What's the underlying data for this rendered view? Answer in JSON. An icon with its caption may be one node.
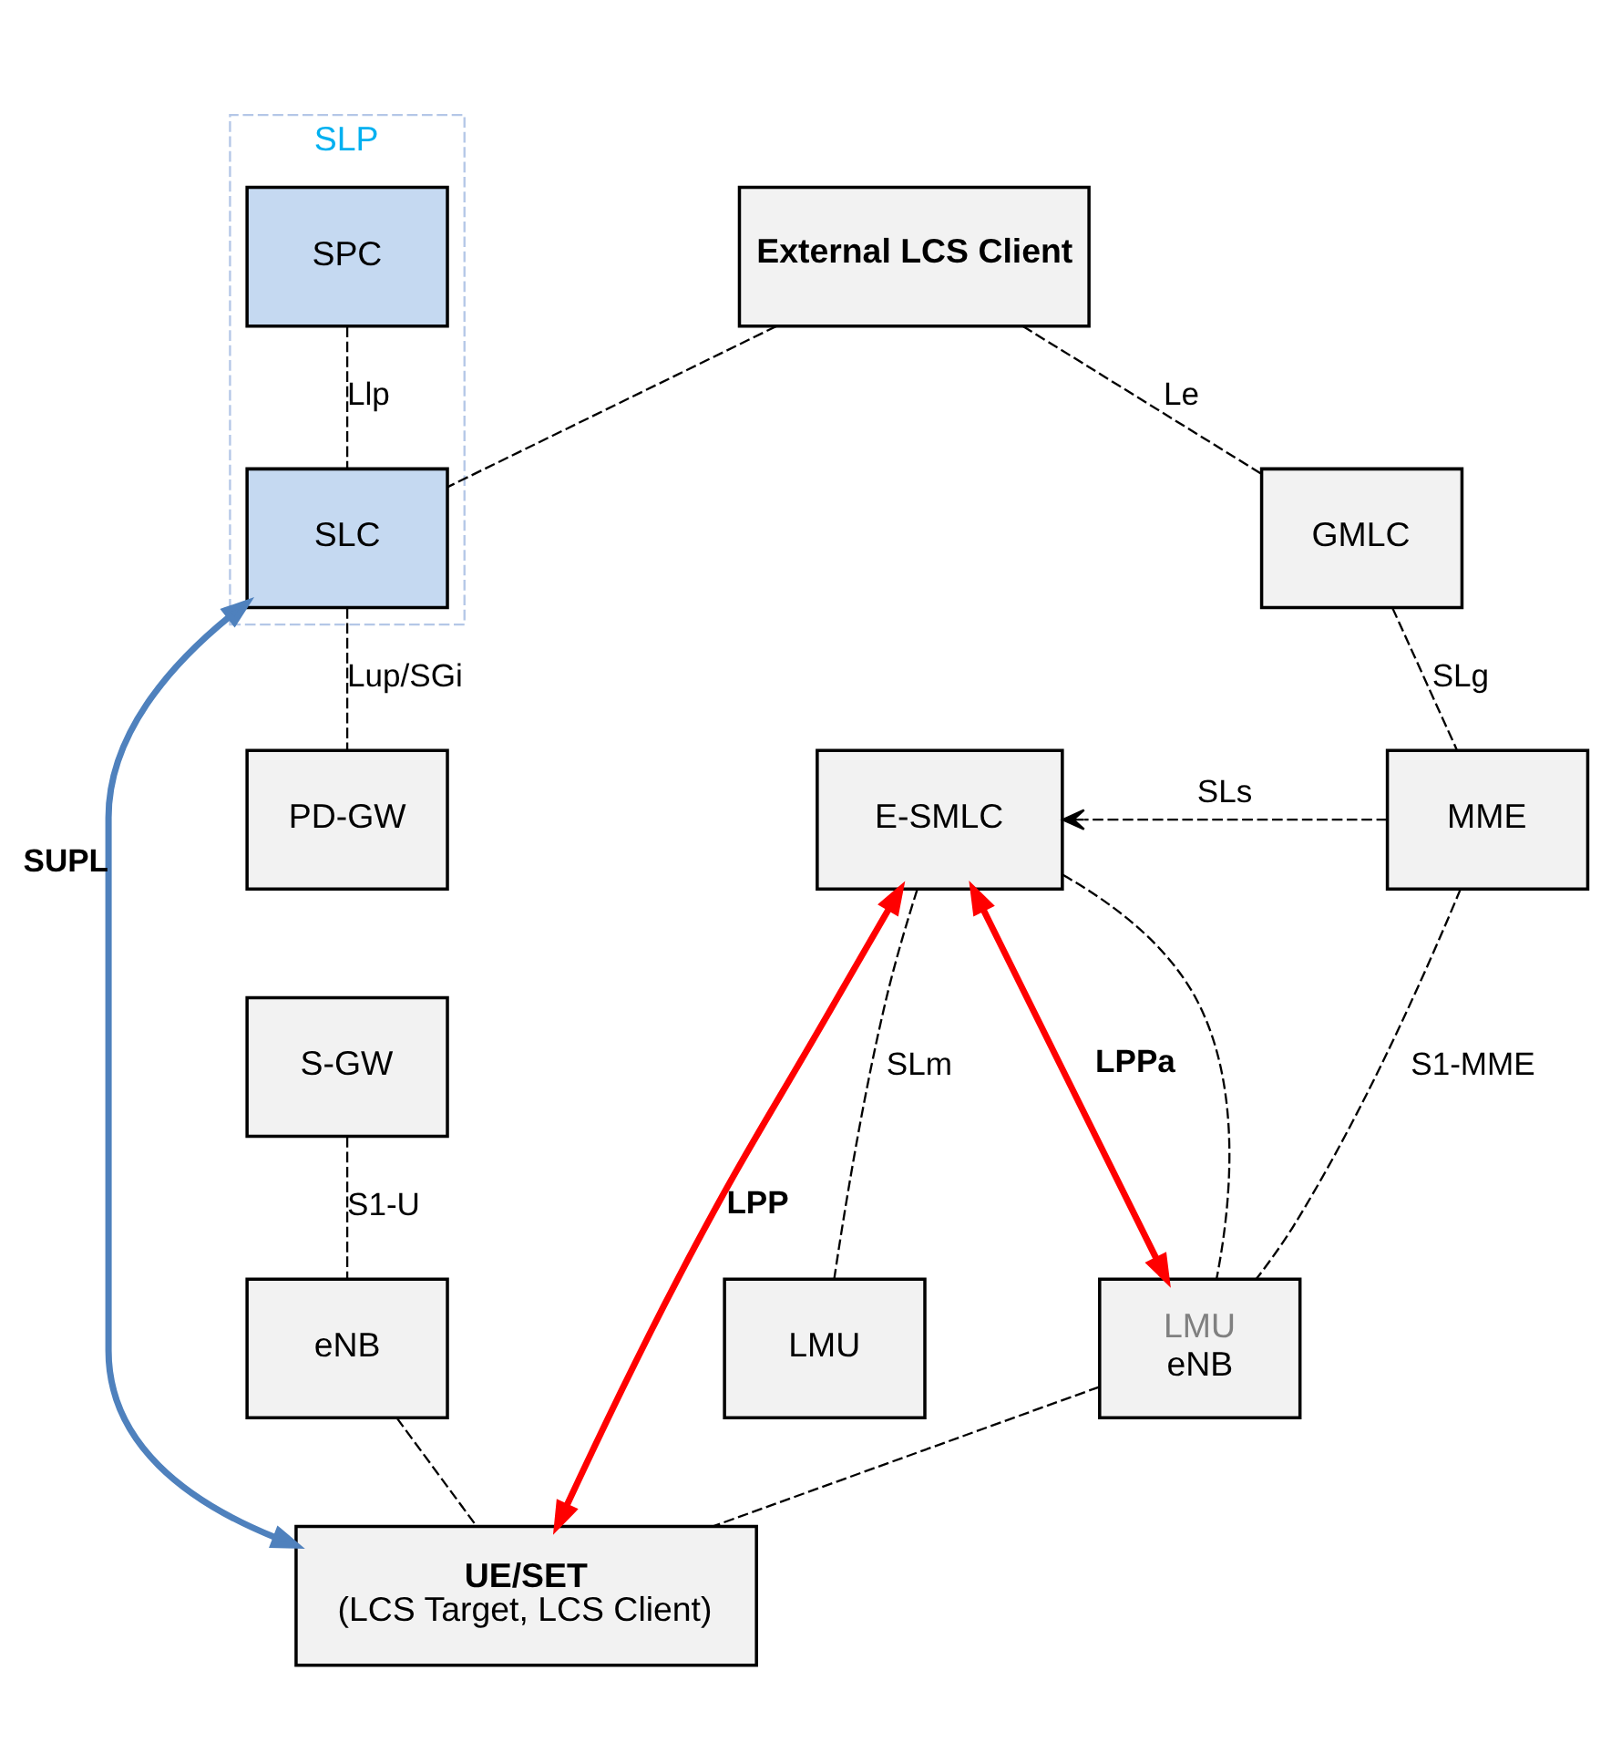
{
  "diagram": {
    "nodes": [
      {
        "text": [
          "External LCS Client"
        ]
      },
      {
        "text": [
          "GMLC"
        ]
      },
      {
        "text": [
          "SLP"
        ]
      },
      {
        "text": [
          "SPC"
        ],
        "in": 2
      },
      {
        "text": [
          "SLC"
        ],
        "in": 2
      },
      {
        "text": [
          "E-SMLC"
        ]
      },
      {
        "text": [
          "MME"
        ]
      },
      {
        "text": [
          "PD-GW"
        ]
      },
      {
        "text": [
          "S-GW"
        ]
      },
      {
        "text": [
          "LMU"
        ]
      },
      {
        "text": [
          "LMU",
          "eNB"
        ]
      },
      {
        "text": [
          "eNB"
        ]
      },
      {
        "text": [
          "UE/SET",
          "(LCS Target, LCS Client)"
        ]
      }
    ],
    "edges": [
      {
        "from": 0,
        "to": 1,
        "arrow": "none",
        "style": "dashed",
        "label": "Le"
      },
      {
        "from": 0,
        "to": 4,
        "arrow": "none",
        "style": "dashed"
      },
      {
        "from": 3,
        "to": 4,
        "arrow": "none",
        "style": "dashed",
        "label": "Llp"
      },
      {
        "from": 1,
        "to": 6,
        "arrow": "none",
        "style": "dashed",
        "label": "SLg"
      },
      {
        "from": 4,
        "to": 7,
        "arrow": "none",
        "style": "dashed",
        "label": "Lup/SGi"
      },
      {
        "from": 6,
        "to": 5,
        "arrow": "to",
        "style": "dashed",
        "label": "SLs"
      },
      {
        "from": 5,
        "to": 10,
        "arrow": "both",
        "style": "thick",
        "color": "#ff0000",
        "label": "LPPa"
      },
      {
        "from": 6,
        "to": 10,
        "arrow": "none",
        "style": "dashed",
        "label": "S1-MME"
      },
      {
        "from": 8,
        "to": 11,
        "arrow": "none",
        "style": "dashed",
        "label": "S1-U"
      },
      {
        "from": 5,
        "to": 9,
        "arrow": "none",
        "style": "dashed",
        "label": "SLm"
      },
      {
        "from": 5,
        "to": 10,
        "arrow": "none",
        "style": "dashed"
      },
      {
        "from": 10,
        "to": 12,
        "arrow": "none",
        "style": "dashed"
      },
      {
        "from": 11,
        "to": 12,
        "arrow": "none",
        "style": "dashed"
      },
      {
        "from": 5,
        "to": 12,
        "arrow": "both",
        "style": "thick",
        "color": "#ff0000",
        "label": "LPP"
      },
      {
        "from": 4,
        "to": 12,
        "arrow": "both",
        "style": "thick",
        "color": "#4f81bd",
        "label": "SUPL"
      }
    ]
  }
}
